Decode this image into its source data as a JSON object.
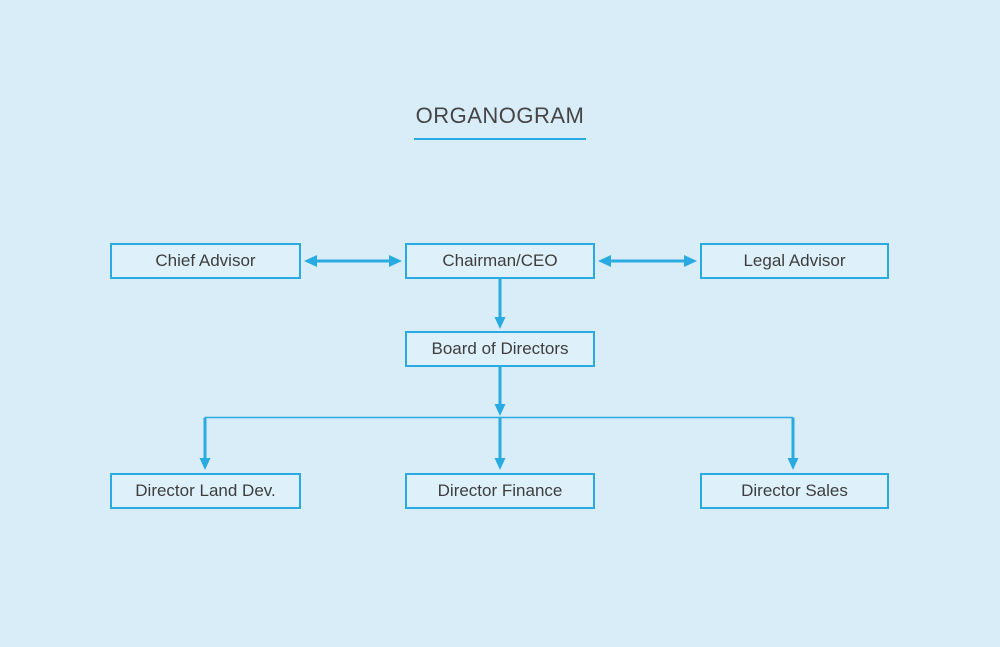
{
  "title": "ORGANOGRAM",
  "nodes": {
    "chief_advisor": {
      "label": "Chief Advisor"
    },
    "chairman_ceo": {
      "label": "Chairman/CEO"
    },
    "legal_advisor": {
      "label": "Legal Advisor"
    },
    "board_of_directors": {
      "label": "Board of Directors"
    },
    "director_land_dev": {
      "label": "Director Land Dev."
    },
    "director_finance": {
      "label": "Director Finance"
    },
    "director_sales": {
      "label": "Director Sales"
    }
  },
  "edges": [
    {
      "from": "Chief Advisor",
      "to": "Chairman/CEO",
      "type": "bidirectional-arrow"
    },
    {
      "from": "Chairman/CEO",
      "to": "Legal Advisor",
      "type": "bidirectional-arrow"
    },
    {
      "from": "Chairman/CEO",
      "to": "Board of Directors",
      "type": "down-arrow"
    },
    {
      "from": "Board of Directors",
      "to": "Director Land Dev.",
      "type": "down-arrow"
    },
    {
      "from": "Board of Directors",
      "to": "Director Finance",
      "type": "down-arrow"
    },
    {
      "from": "Board of Directors",
      "to": "Director Sales",
      "type": "down-arrow"
    }
  ],
  "colors": {
    "background": "#d9edf8",
    "box_fill": "#def1fb",
    "accent": "#29abe2",
    "text": "#3d3d3d"
  }
}
